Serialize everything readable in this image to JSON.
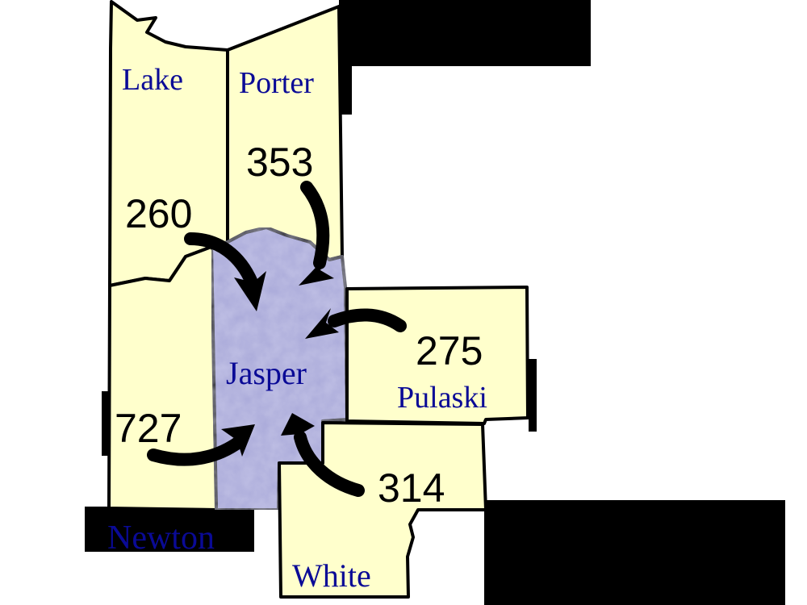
{
  "map": {
    "colors": {
      "county_fill": "#FFFFCC",
      "center_fill": "#A9A9D9",
      "border": "#000000",
      "county_label": "#0A0A96",
      "number_text": "#000000"
    },
    "center_county": {
      "name": "Jasper"
    },
    "counties": [
      {
        "name": "Lake",
        "flow_to_center": "260"
      },
      {
        "name": "Porter",
        "flow_to_center": "353"
      },
      {
        "name": "Pulaski",
        "flow_to_center": "275"
      },
      {
        "name": "White",
        "flow_to_center": "314"
      },
      {
        "name": "Newton",
        "flow_to_center": "727"
      }
    ]
  }
}
